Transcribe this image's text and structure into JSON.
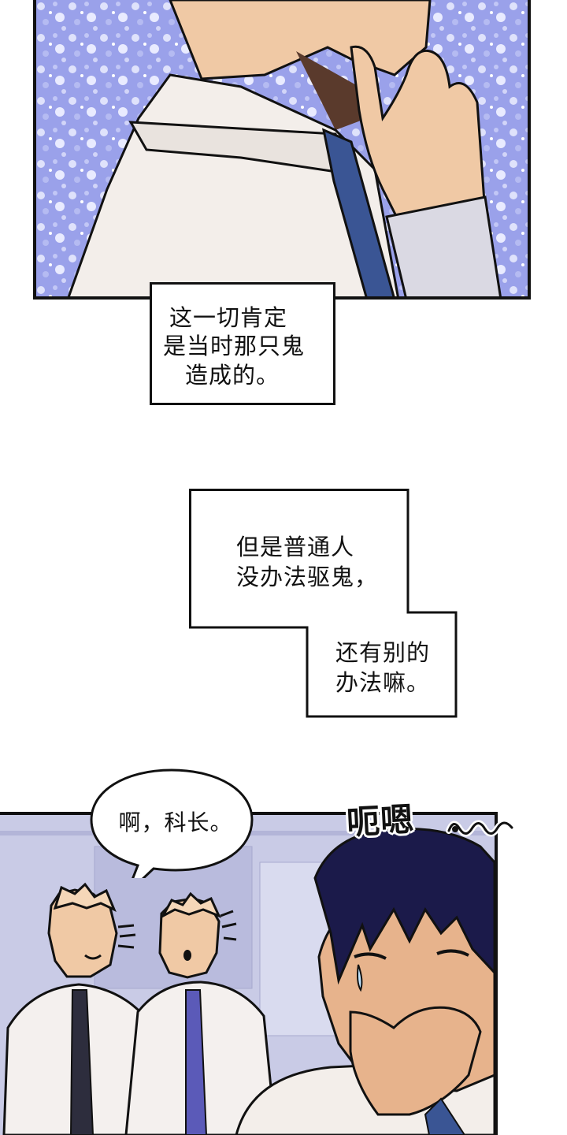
{
  "panel1": {
    "bg_colors": [
      "#8f96e8",
      "#c9cdf5",
      "#eef0ff"
    ],
    "shirt_color": "#f3eeea",
    "tie_color": "#3a5594",
    "skin_color": "#f0c9a5"
  },
  "caption1": {
    "lines": [
      "这一切肯定",
      "是当时那只鬼",
      "造成的。"
    ]
  },
  "caption2": {
    "part_a": [
      "但是普通人",
      "没办法驱鬼，"
    ],
    "part_b": [
      "还有别的",
      "办法嘛。"
    ]
  },
  "panel2": {
    "speech_bubble": "啊，科长。",
    "sfx": "呃嗯",
    "bg_color": "#c9cbe6",
    "hair_color": "#1b1a4a",
    "tie_colors": [
      "#2d2d3d",
      "#5b5ab8"
    ]
  }
}
